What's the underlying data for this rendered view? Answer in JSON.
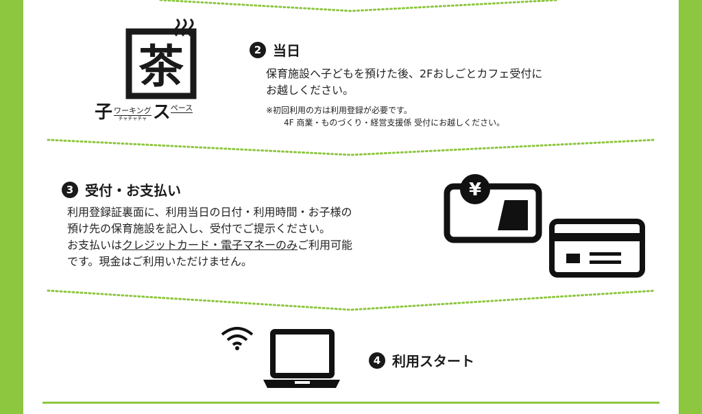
{
  "logo": {
    "kanji": "茶",
    "left_char": "子",
    "small_label": "ワーキング",
    "tiny_label": "チャチャチャ",
    "right_char": "ス",
    "right_small": "ペース"
  },
  "step2": {
    "number": "2",
    "title": "当日",
    "line1": "保育施設へ子どもを預けた後、2Fおしごとカフェ受付に",
    "line2": "お越しください。",
    "note1": "※初回利用の方は利用登録が必要です。",
    "note2": "4F 商業・ものづくり・経営支援係 受付にお越しください。"
  },
  "step3": {
    "number": "3",
    "title": "受付・お支払い",
    "line1": "利用登録証裏面に、利用当日の日付・利用時間・お子様の",
    "line2": "預け先の保育施設を記入し、受付でご提示ください。",
    "line3_pre": "お支払いは",
    "line3_underlined": "クレジットカード・電子マネーのみ",
    "line3_post": "ご利用可能",
    "line4": "です。現金はご利用いただけません。",
    "yen_symbol": "¥"
  },
  "step4": {
    "number": "4",
    "title": "利用スタート"
  },
  "colors": {
    "accent_green": "#8dc63f",
    "text": "#222222"
  },
  "icons": [
    "steam-icon",
    "yen-card-icon",
    "credit-card-icon",
    "wifi-icon",
    "laptop-icon"
  ]
}
